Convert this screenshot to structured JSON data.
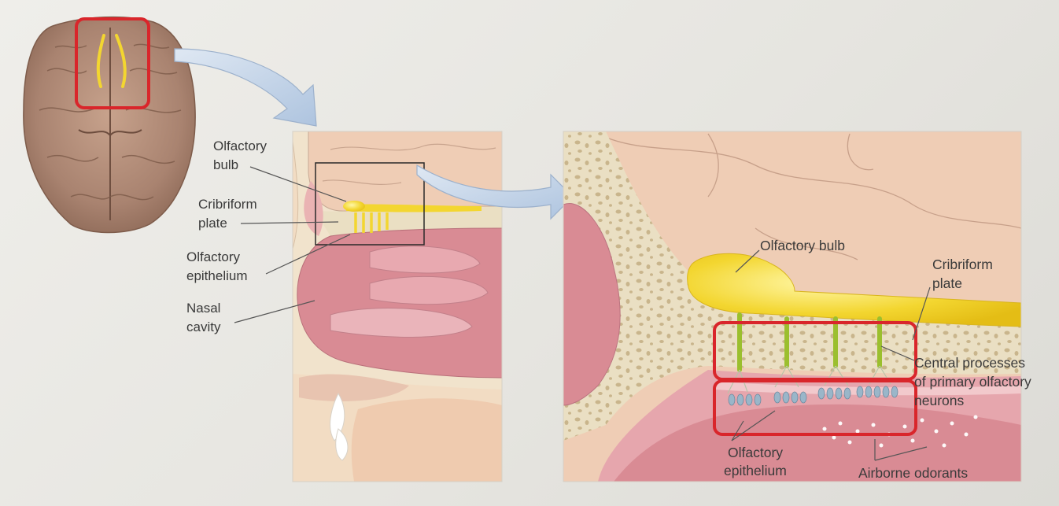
{
  "panel2_labels": {
    "olfactory_bulb_1": "Olfactory",
    "olfactory_bulb_2": "bulb",
    "cribriform_1": "Cribriform",
    "cribriform_2": "plate",
    "epithelium_1": "Olfactory",
    "epithelium_2": "epithelium",
    "nasal_1": "Nasal",
    "nasal_2": "cavity"
  },
  "panel3_labels": {
    "olfactory_bulb": "Olfactory bulb",
    "cribriform_1": "Cribriform",
    "cribriform_2": "plate",
    "central_1": "Central processes",
    "central_2": "of primary olfactory",
    "central_3": "neurons",
    "epithelium_1": "Olfactory",
    "epithelium_2": "epithelium",
    "odorants": "Airborne odorants"
  },
  "colors": {
    "highlight_box": "#d9262b",
    "nerve_yellow": "#f3d630",
    "arrow_fill": "#c9d8ea",
    "brain_tan": "#b08a74",
    "tissue_pink": "#d98b94"
  },
  "icons": {
    "arrow_1": "curved-arrow-icon",
    "arrow_2": "curved-arrow-icon"
  }
}
